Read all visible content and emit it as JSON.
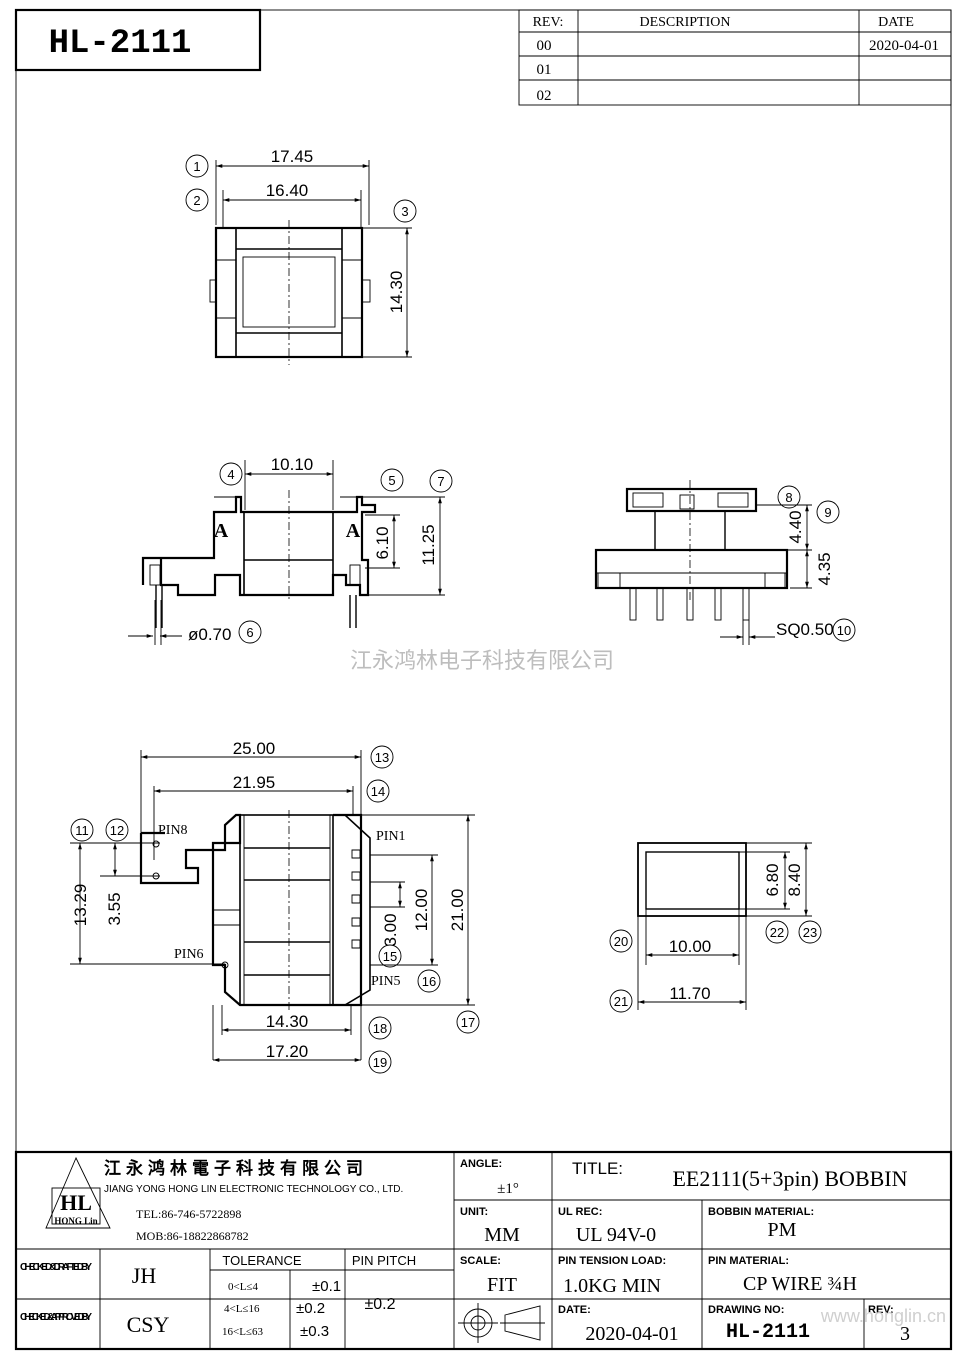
{
  "part_title": "HL-2111",
  "revision_table": {
    "headers": {
      "rev": "REV:",
      "description": "DESCRIPTION",
      "date": "DATE"
    },
    "rows": [
      {
        "rev": "00",
        "description": "",
        "date": "2020-04-01"
      },
      {
        "rev": "01",
        "description": "",
        "date": ""
      },
      {
        "rev": "02",
        "description": "",
        "date": ""
      }
    ]
  },
  "watermark": "江永鸿林电子科技有限公司",
  "dimensions": {
    "d1": "17.45",
    "d2": "16.40",
    "d3": "14.30",
    "d4": "10.10",
    "d5": "6.10",
    "d7": "11.25",
    "d6": "ø0.70",
    "d8": "4.40",
    "d9": "4.35",
    "d10": "SQ0.50",
    "d13": "25.00",
    "d14": "21.95",
    "d11": "13.29",
    "d12": "3.55",
    "d15": "3.00",
    "d16": "12.00",
    "d17": "21.00",
    "d18": "14.30",
    "d19": "17.20",
    "d22": "6.80",
    "d23": "8.40",
    "d20": "10.00",
    "d21": "11.70"
  },
  "callouts": [
    "1",
    "2",
    "3",
    "4",
    "5",
    "6",
    "7",
    "8",
    "9",
    "10",
    "11",
    "12",
    "13",
    "14",
    "15",
    "16",
    "17",
    "18",
    "19",
    "20",
    "21",
    "22",
    "23"
  ],
  "section_marks": [
    "A",
    "A"
  ],
  "pin_labels": {
    "pin8": "PIN8",
    "pin1": "PIN1",
    "pin6": "PIN6",
    "pin5": "PIN5"
  },
  "company": {
    "logo_text": "HL",
    "logo_sub": "HONG Lin",
    "name_cn": "江永鸿林電子科技有限公司",
    "name_en": "JIANG YONG HONG LIN ELECTRONIC TECHNOLOGY CO., LTD.",
    "tel": "TEL:86-746-5722898",
    "mob": "MOB:86-18822868782"
  },
  "title_block": {
    "angle_label": "ANGLE:",
    "angle_value": "±1°",
    "unit_label": "UNIT:",
    "unit_value": "MM",
    "scale_label": "SCALE:",
    "scale_value": "FIT",
    "title_label": "TITLE:",
    "title_value": "EE2111(5+3pin) BOBBIN",
    "ul_label": "UL REC:",
    "ul_value": "UL 94V-0",
    "bobbin_material_label": "BOBBIN MATERIAL:",
    "bobbin_material_value": "PM",
    "pin_tension_label": "PIN TENSION LOAD:",
    "pin_tension_value": "1.0KG MIN",
    "pin_material_label": "PIN MATERIAL:",
    "pin_material_value": "CP WIRE ¾H",
    "date_label": "DATE:",
    "date_value": "2020-04-01",
    "drawing_no_label": "DRAWING NO:",
    "drawing_no_value": "HL-2111",
    "rev_label": "REV:",
    "rev_value": "3",
    "checked_drafted_label": "CHECKED & DRAFTED BY",
    "checked_drafted_value": "JH",
    "checked_approved_label": "CHECKED & APPROVED BY",
    "checked_approved_value": "CSY",
    "tolerance_label": "TOLERANCE",
    "pin_pitch_label": "PIN PITCH",
    "tolerances": [
      {
        "range": "0<L≤4",
        "value": "±0.1"
      },
      {
        "range": "4<L≤16",
        "value": "±0.2"
      },
      {
        "range": "16<L≤63",
        "value": "±0.3"
      }
    ],
    "pin_pitch_value": "±0.2",
    "website": "www.honglin.cn"
  }
}
